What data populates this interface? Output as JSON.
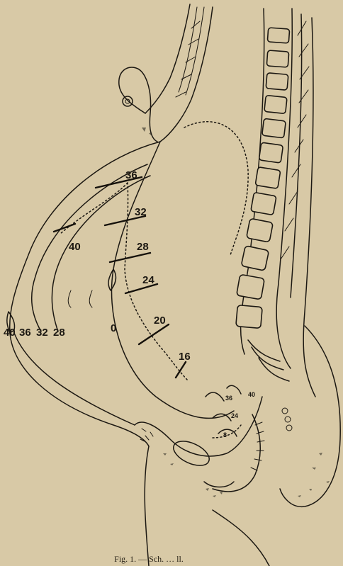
{
  "figure": {
    "caption": "Fig. 1. — Sch. … ll.",
    "fundal_height_labels": [
      {
        "week": "36"
      },
      {
        "week": "32"
      },
      {
        "week": "28"
      },
      {
        "week": "24"
      },
      {
        "week": "20"
      },
      {
        "week": "16"
      }
    ],
    "anterior_labels": {
      "inner": "40",
      "zero": "0"
    },
    "umbilicus_labels": [
      "40",
      "36",
      "32",
      "28"
    ],
    "pelvic_labels": [
      "36",
      "40",
      "24",
      "8"
    ]
  }
}
